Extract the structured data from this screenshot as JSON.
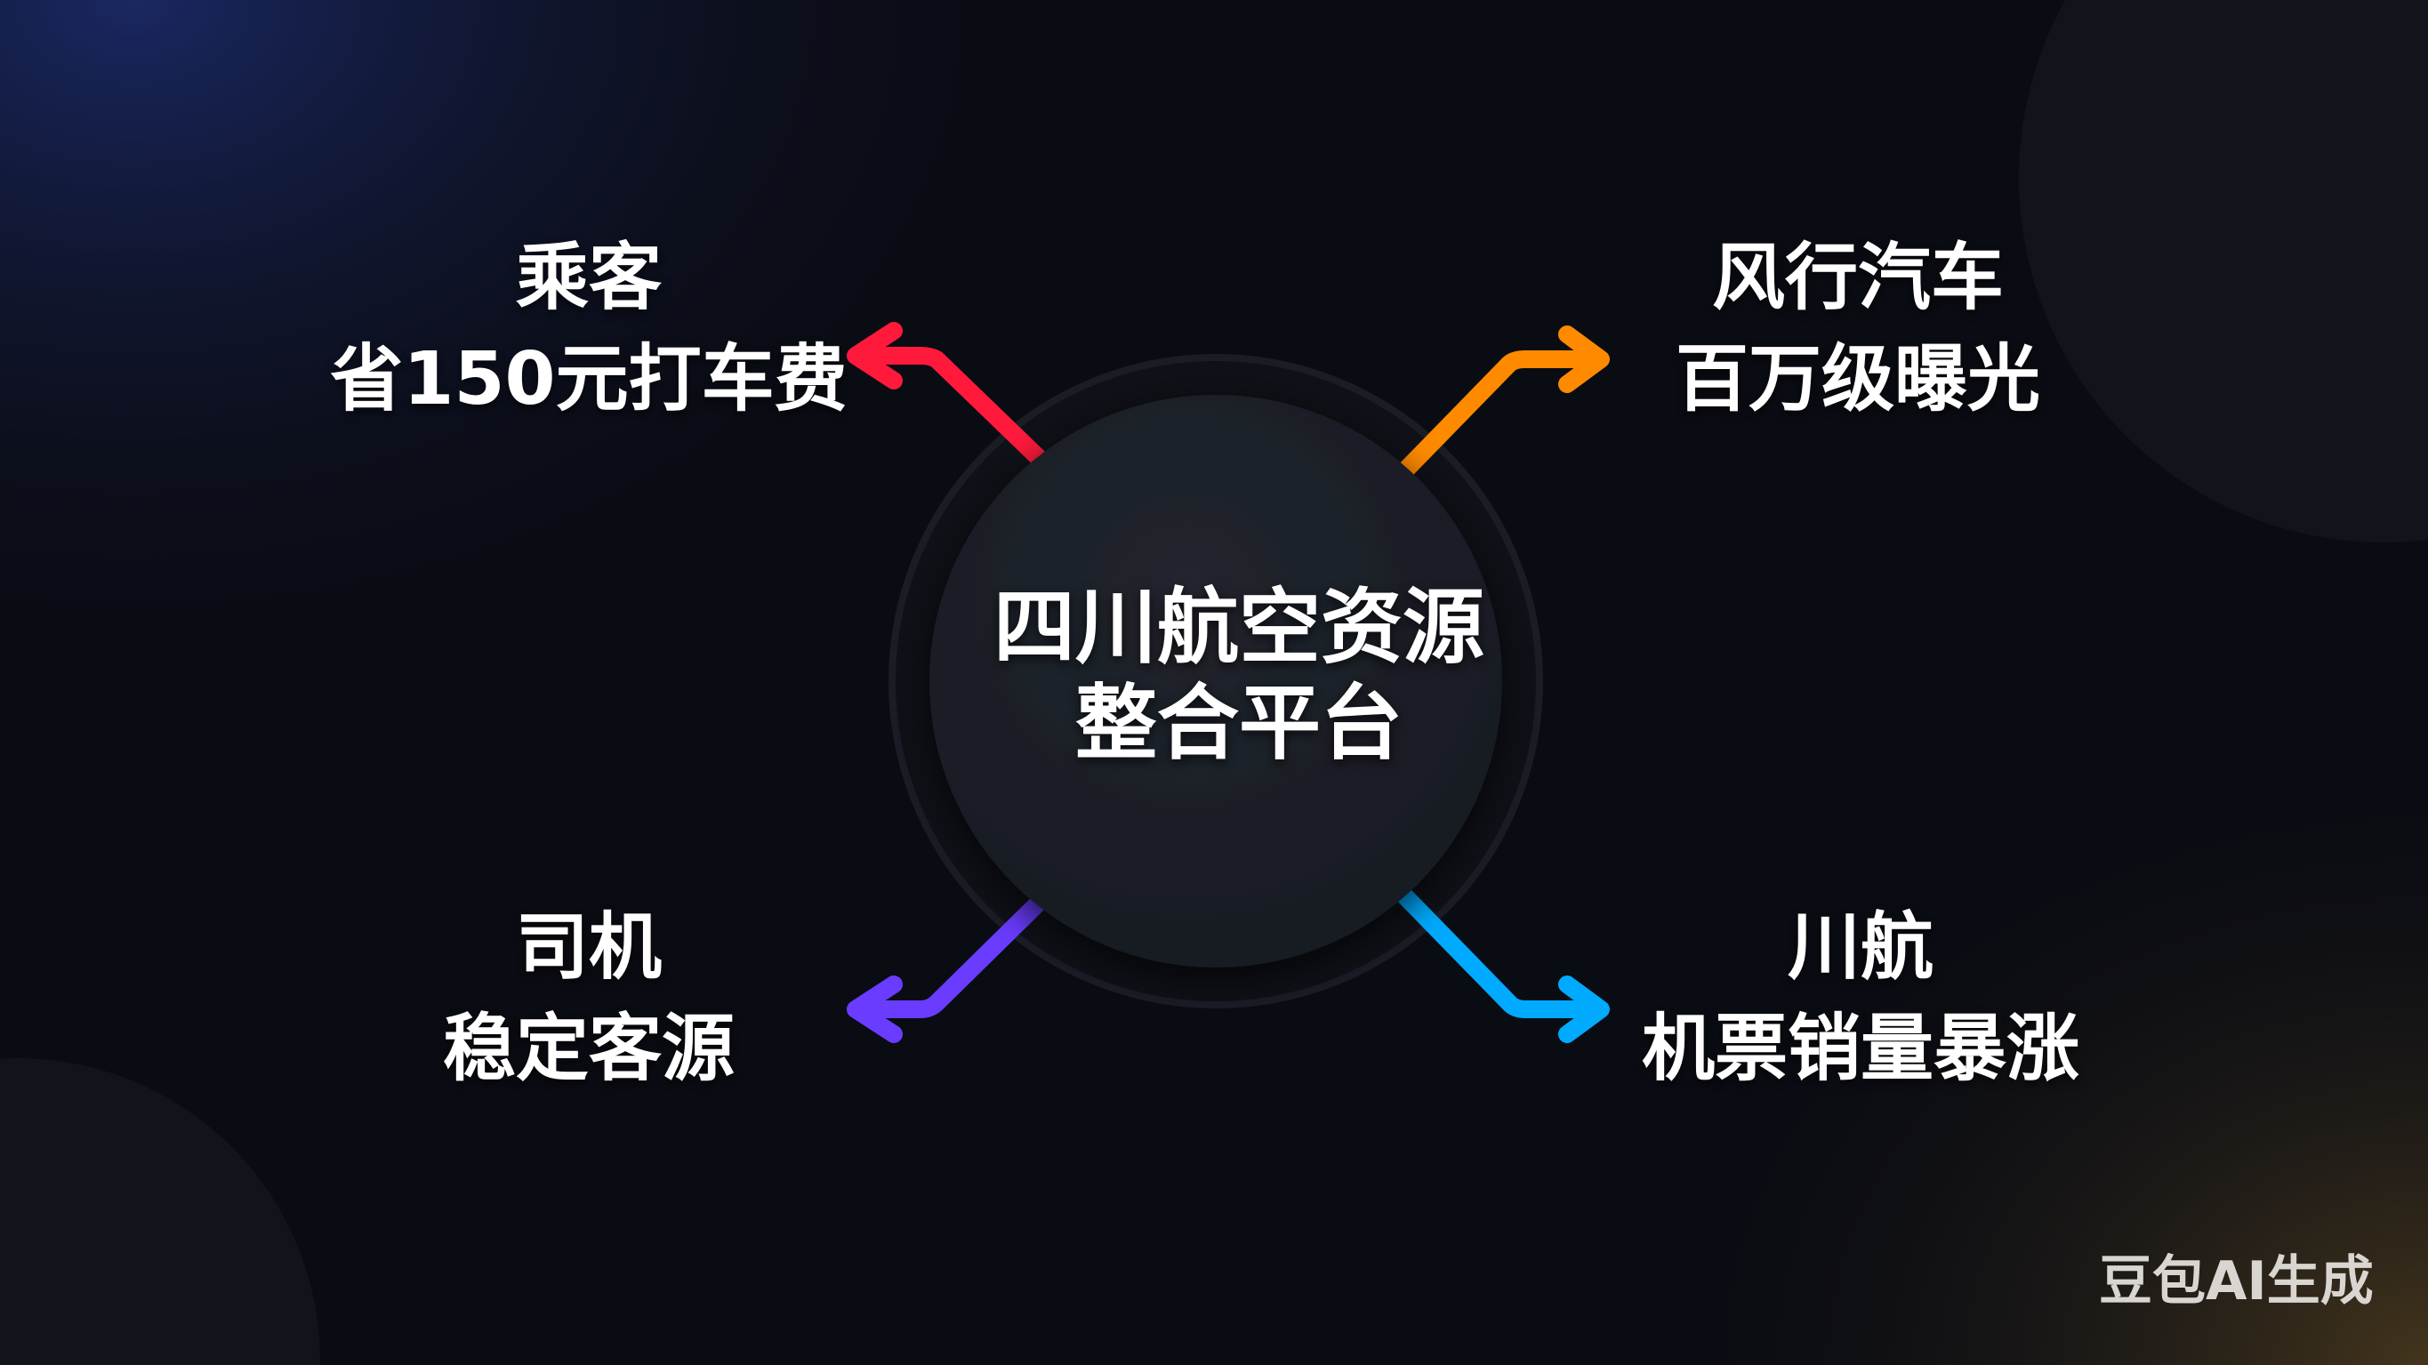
{
  "center": {
    "line1": "四川航空资源",
    "line2": "整合平台"
  },
  "branches": [
    {
      "id": "passenger",
      "title": "乘客",
      "detail": "省150元打车费",
      "color": "#ff1a3c",
      "direction": "top-left"
    },
    {
      "id": "fengxing",
      "title": "风行汽车",
      "detail": "百万级曝光",
      "color": "#ff8a00",
      "direction": "top-right"
    },
    {
      "id": "driver",
      "title": "司机",
      "detail": "稳定客源",
      "color": "#6a3cff",
      "direction": "bottom-left"
    },
    {
      "id": "sichuan-airlines",
      "title": "川航",
      "detail": "机票销量暴涨",
      "color": "#00aaff",
      "direction": "bottom-right"
    }
  ],
  "watermark": "豆包AI生成"
}
